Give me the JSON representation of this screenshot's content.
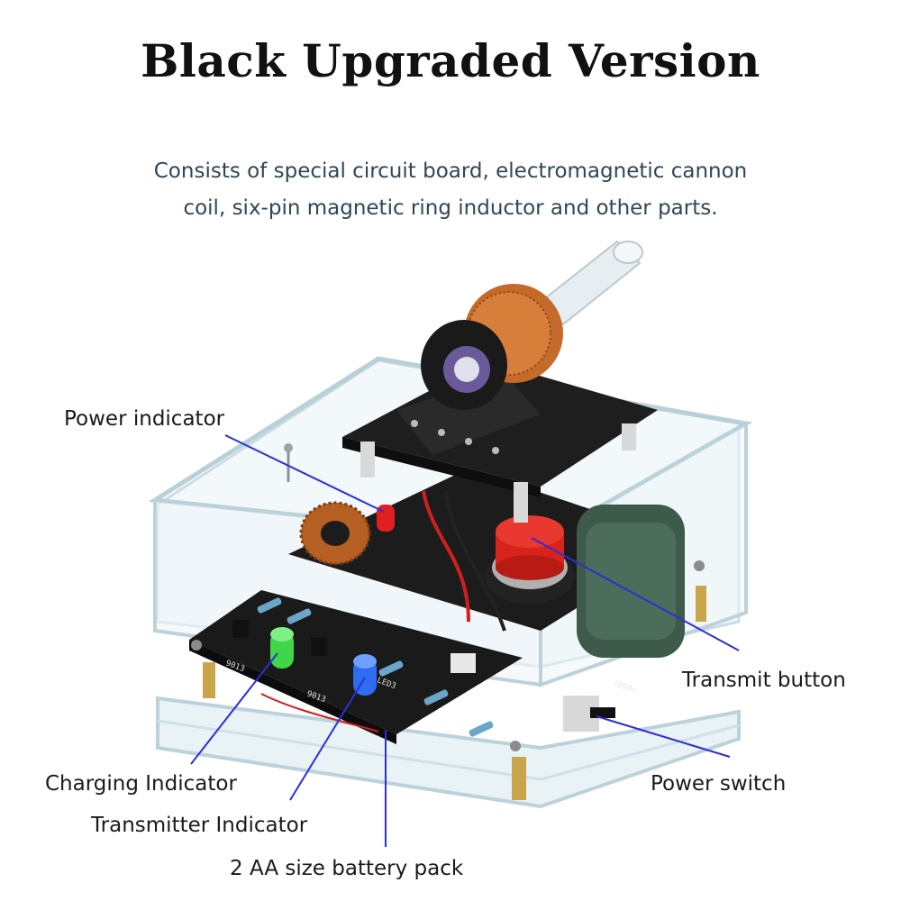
{
  "title": "Black Upgraded Version",
  "subtitle_line1": "Consists of special circuit board, electromagnetic cannon",
  "subtitle_line2": "coil,  six-pin magnetic ring inductor and other parts.",
  "labels": {
    "power_indicator": "Power indicator",
    "transmit_button": "Transmit button",
    "charging_indicator": "Charging Indicator",
    "power_switch": "Power switch",
    "transmitter_indicator": "Transmitter Indicator",
    "battery_pack": "2 AA size battery pack"
  },
  "silkscreen": {
    "transistor1": "9013",
    "transistor2": "9013",
    "led_label": "LED3",
    "capacitor": "1000u"
  },
  "colors": {
    "callout_line": "#2a2fd6",
    "pcb": "#1c1c1c",
    "acrylic_edge": "#cfe3ea",
    "copper": "#c46a2a",
    "button_red": "#d8231c",
    "led_green": "#3fd64a",
    "led_blue": "#2f6cf0",
    "led_red": "#e02020"
  }
}
